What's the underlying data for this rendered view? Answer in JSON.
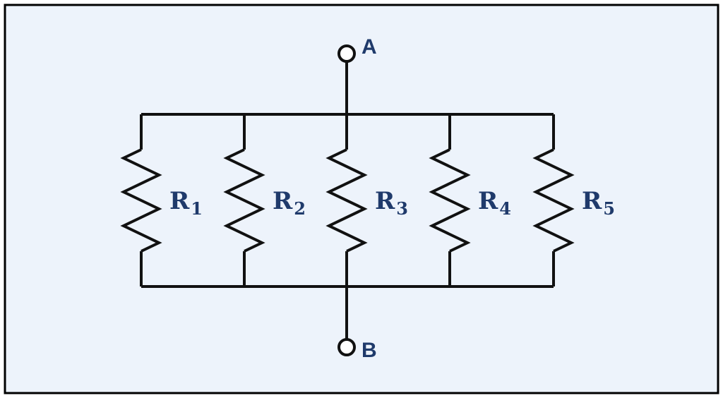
{
  "colors": {
    "background": "#edf3fb",
    "frame": "#000000",
    "wire": "#111111",
    "label": "#1f3a6b"
  },
  "terminals": [
    {
      "id": "A",
      "label": "A"
    },
    {
      "id": "B",
      "label": "B"
    }
  ],
  "resistors": [
    {
      "name": "R",
      "sub": "1"
    },
    {
      "name": "R",
      "sub": "2"
    },
    {
      "name": "R",
      "sub": "3"
    },
    {
      "name": "R",
      "sub": "4"
    },
    {
      "name": "R",
      "sub": "5"
    }
  ]
}
